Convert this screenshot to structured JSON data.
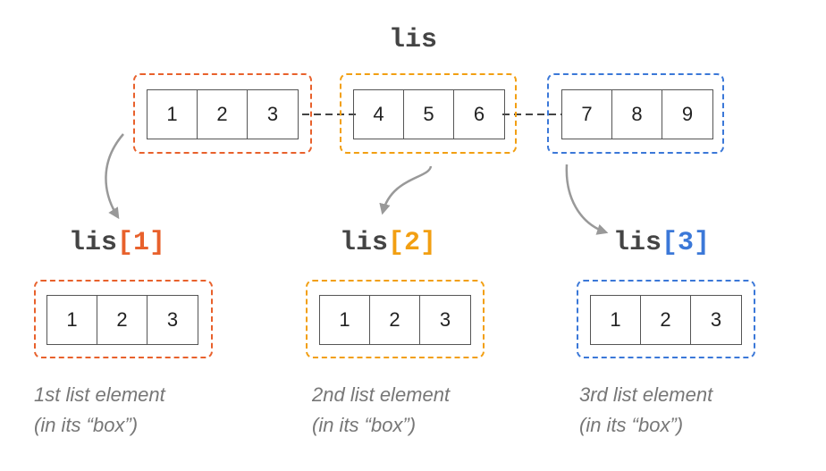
{
  "title": "lis",
  "colors": {
    "sub1": "#e8612c",
    "sub2": "#f29f12",
    "sub3": "#3b78d8",
    "arrow": "#999999",
    "connector": "#444444"
  },
  "top_groups": [
    {
      "values": [
        "1",
        "2",
        "3"
      ]
    },
    {
      "values": [
        "4",
        "5",
        "6"
      ]
    },
    {
      "values": [
        "7",
        "8",
        "9"
      ]
    }
  ],
  "items": [
    {
      "label_base": "lis",
      "open_bracket": "[",
      "index": "1",
      "close_bracket": "]",
      "values": [
        "1",
        "2",
        "3"
      ],
      "caption_line1": "1st list element",
      "caption_line2": "(in its “box”)"
    },
    {
      "label_base": "lis",
      "open_bracket": "[",
      "index": "2",
      "close_bracket": "]",
      "values": [
        "1",
        "2",
        "3"
      ],
      "caption_line1": "2nd list element",
      "caption_line2": "(in its “box”)"
    },
    {
      "label_base": "lis",
      "open_bracket": "[",
      "index": "3",
      "close_bracket": "]",
      "values": [
        "1",
        "2",
        "3"
      ],
      "caption_line1": "3rd list element",
      "caption_line2": "(in its “box”)"
    }
  ]
}
